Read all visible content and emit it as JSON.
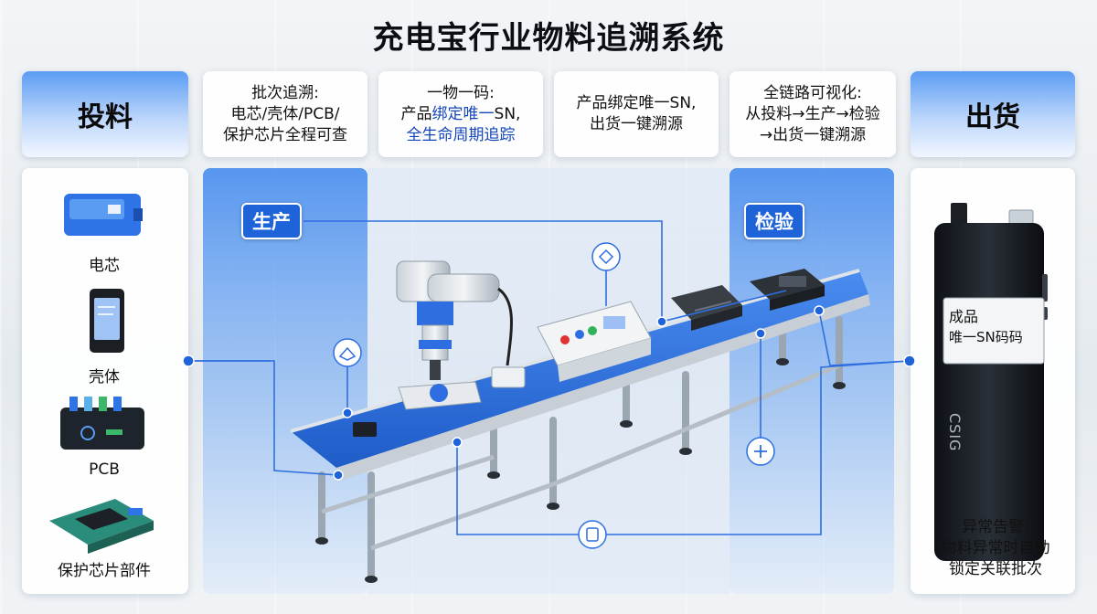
{
  "title": "充电宝行业物料追溯系统",
  "left_header": "投料",
  "right_header": "出货",
  "info_boxes": [
    {
      "line1": "批次追溯:",
      "line2": "电芯/壳体/PCB/",
      "line3": "保护芯片全程可查"
    },
    {
      "line1": "一物一码:",
      "line2_a": "产品",
      "line2_b": "绑定唯一",
      "line2_c": "SN,",
      "line3": "全生命周期追踪"
    },
    {
      "line1": "产品绑定唯一SN,",
      "line2": "出货一键溯源"
    },
    {
      "line1": "全链路可视化:",
      "line2": "从投料→生产→检验",
      "line3": "→出货一键溯源"
    }
  ],
  "materials": [
    "电芯",
    "壳体",
    "PCB",
    "保护芯片部件"
  ],
  "stages": {
    "production": "生产",
    "inspection": "检验"
  },
  "product_label": {
    "line1": "成品",
    "line2": "唯一SN码码"
  },
  "product_brand": "CSIG",
  "alarm": {
    "line1": "异常告警:",
    "line2": "物料异常时自动",
    "line3": "锁定关联批次"
  },
  "colors": {
    "accent": "#1f63d8",
    "belt": "#2c6fe0",
    "panel_blue": "#5b9cf3",
    "highlight_text": "#1546b8"
  }
}
